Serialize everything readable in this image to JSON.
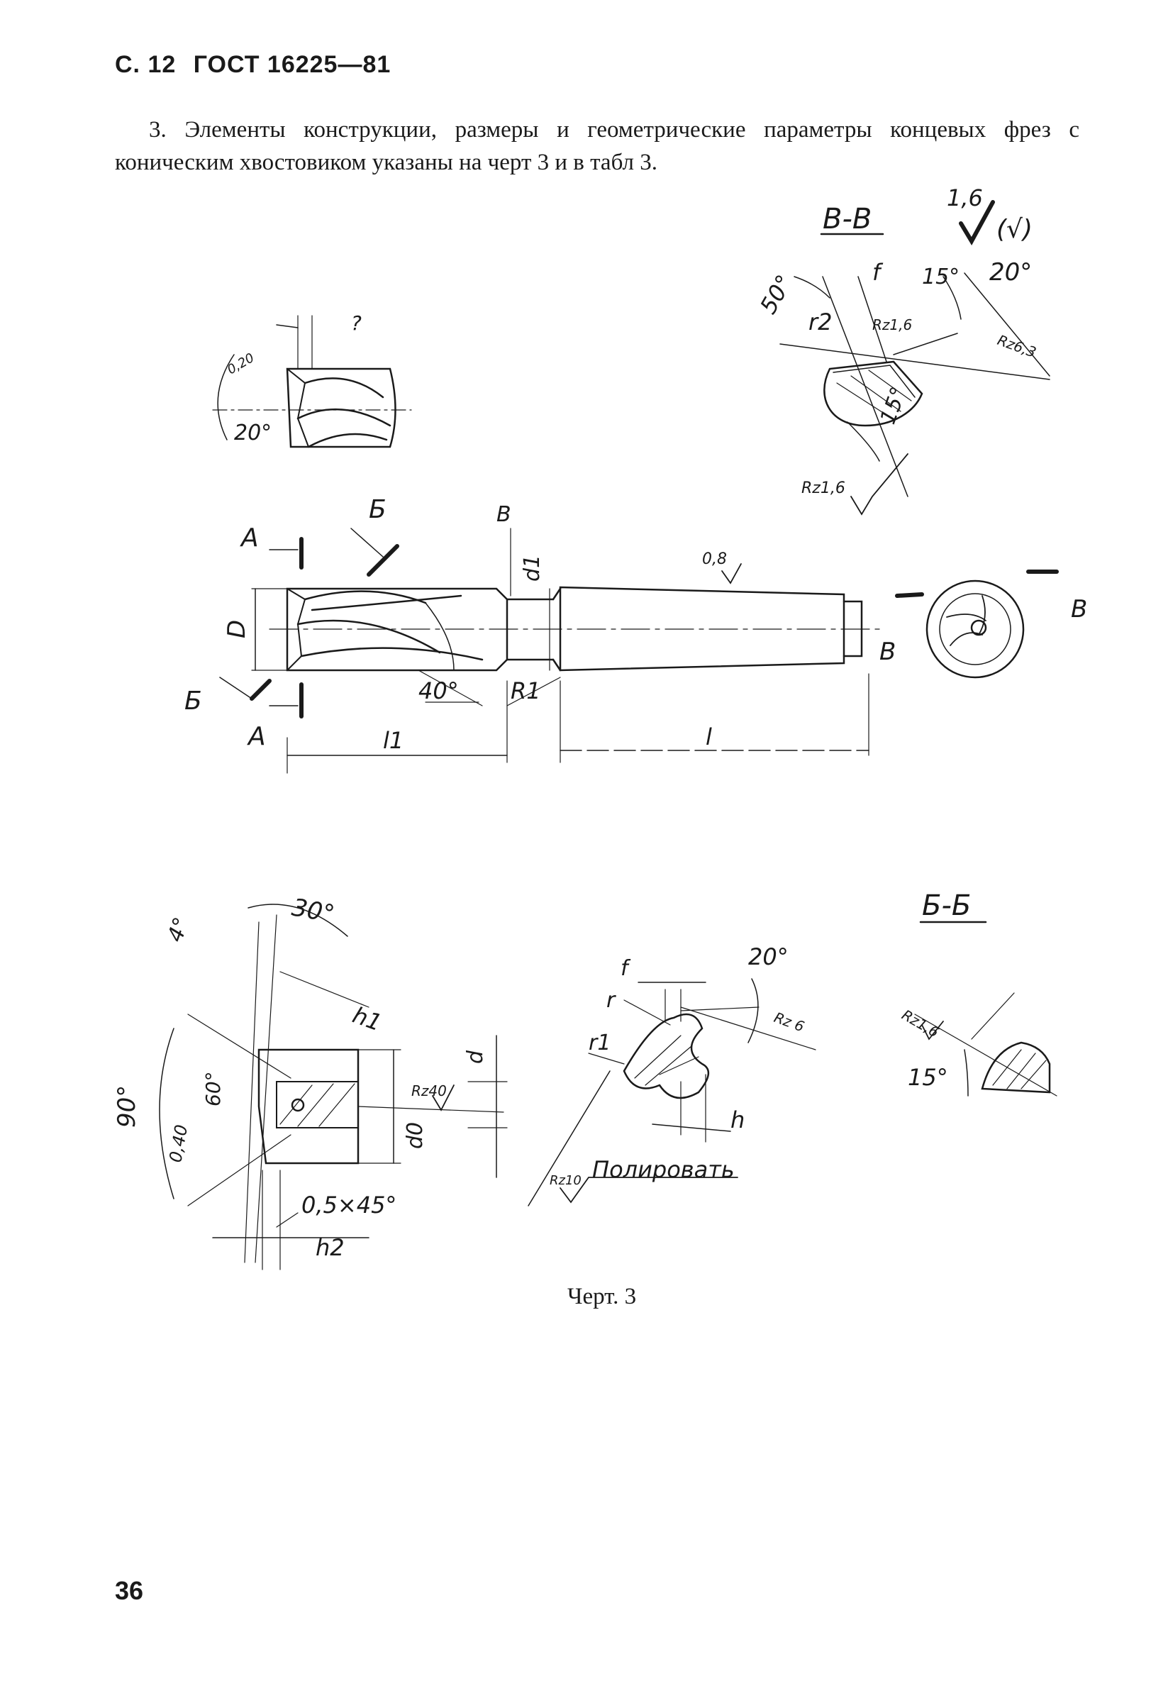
{
  "header": {
    "page_ref": "С. 12",
    "standard": "ГОСТ 16225—81"
  },
  "intro_text": "3. Элементы конструкции, размеры и геометрические параметры концевых фрез с коническим хвостовиком указаны на черт 3 и в табл 3.",
  "drawing_labels": {
    "section_vv": "В-В",
    "section_bb": "Б-Б",
    "roughness_general": "1,6",
    "roughness_bracket": "(√)",
    "angle_50": "50°",
    "angle_15a": "15°",
    "angle_20a": "20°",
    "angle_15b": "15°",
    "f_a": "f",
    "r2": "r2",
    "rz16_a": "Rz1,6",
    "rz63": "Rz6,3",
    "rz16_b": "Rz1,6",
    "detail_angle_20": "20°",
    "detail_top": "?",
    "detail_small": "0,20",
    "letter_a_top": "А",
    "letter_a_bottom": "А",
    "letter_b_top": "Б",
    "letter_b_bottom": "Б",
    "letter_v_left": "В",
    "letter_v_right": "В",
    "dim_D": "D",
    "dim_d1": "d1",
    "roughness_shank": "0,8",
    "angle_40": "40°",
    "radius_R1": "R1",
    "dim_l1": "l1",
    "dim_l": "l",
    "angle_30": "30°",
    "angle_4": "4°",
    "dim_h1": "h1",
    "angle_90": "90°",
    "angle_60": "60°",
    "dim_040": "0,40",
    "rz40": "Rz40",
    "dim_d": "d",
    "dim_d0": "d0",
    "chamfer": "0,5×45°",
    "dim_h2": "h2",
    "f_b": "f",
    "r_small": "r",
    "r1": "r1",
    "angle_20b": "20°",
    "rz6_b": "Rz 6",
    "dim_h": "h",
    "rz10": "Rz10",
    "polish": "Полировать",
    "rz16_c": "Rz1,6",
    "angle_15c": "15°"
  },
  "caption": "Черт. 3",
  "page_number": "36"
}
